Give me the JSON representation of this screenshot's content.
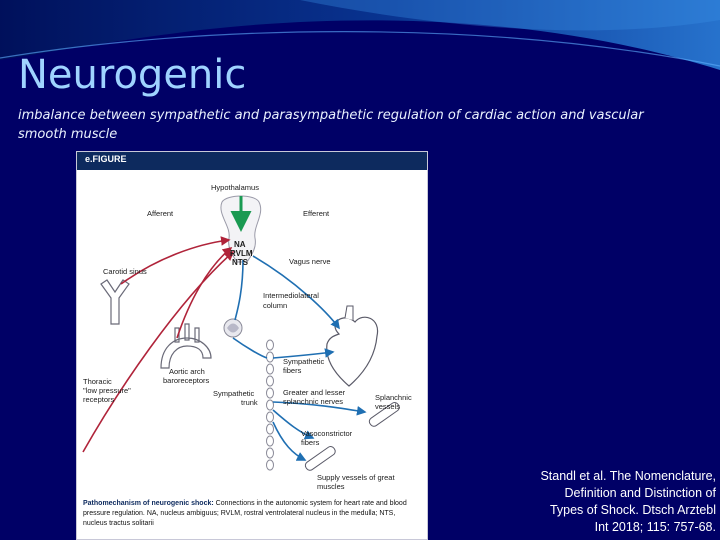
{
  "slide": {
    "title": "Neurogenic",
    "subtitle": "imbalance between sympathetic and parasympathetic regulation of cardiac action and vascular smooth muscle"
  },
  "figure": {
    "tag": "e.FIGURE",
    "labels": {
      "hypothalamus": "Hypothalamus",
      "afferent": "Afferent",
      "efferent": "Efferent",
      "na": "NA",
      "rvlm": "RVLM",
      "nts": "NTS",
      "carotid_sinus": "Carotid sinus",
      "vagus_nerve": "Vagus nerve",
      "intermediolateral_1": "Intermediolateral",
      "intermediolateral_2": "column",
      "aortic_arch_1": "Aortic arch",
      "aortic_arch_2": "baroreceptors",
      "sympathetic_fibers_1": "Sympathetic",
      "sympathetic_fibers_2": "fibers",
      "thoracic_1": "Thoracic",
      "thoracic_2": "\"low pressure\"",
      "thoracic_3": "receptors",
      "sympathetic_trunk_1": "Sympathetic",
      "sympathetic_trunk_2": "trunk",
      "splanchnic_nerves_1": "Greater and lesser",
      "splanchnic_nerves_2": "splanchnic nerves",
      "splanchnic_vessels_1": "Splanchnic",
      "splanchnic_vessels_2": "vessels",
      "vasoconstrictor_1": "Vasoconstrictor",
      "vasoconstrictor_2": "fibers",
      "supply_vessels_1": "Supply vessels of great",
      "supply_vessels_2": "muscles"
    },
    "caption_title": "Pathomechanism of neurogenic shock:",
    "caption_text": "Connections in the autonomic system for heart rate and blood pressure regulation. NA, nucleus ambiguus; RVLM, rostral ventrolateral nucleus in the medulla; NTS, nucleus tractus solitarii",
    "colors": {
      "afferent": "#b0243a",
      "efferent": "#1f6fb2",
      "hypothalamus_arrow": "#1a9a52"
    }
  },
  "citation": {
    "line1": "Standl et al. The Nomenclature,",
    "line2": "Definition and Distinction of",
    "line3": "Types of Shock. Dtsch Arztebl",
    "line4": "Int 2018; 115: 757-68."
  }
}
